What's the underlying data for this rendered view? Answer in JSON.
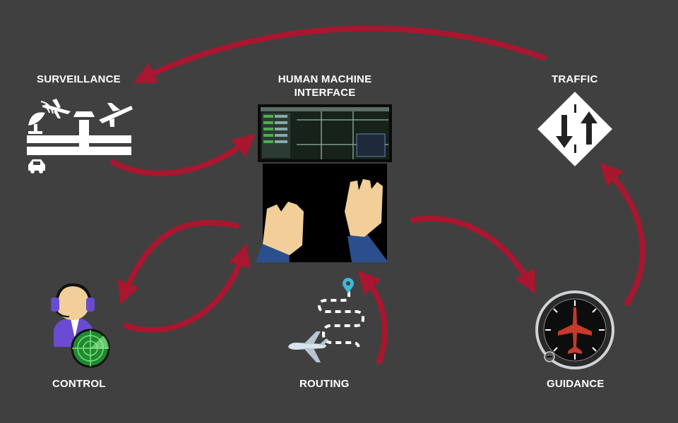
{
  "nodes": {
    "surveillance": "SURVEILLANCE",
    "hmi_line1": "HUMAN MACHINE",
    "hmi_line2": "INTERFACE",
    "traffic": "TRAFFIC",
    "control": "CONTROL",
    "routing": "ROUTING",
    "guidance": "GUIDANCE"
  },
  "colors": {
    "background": "#404040",
    "arrow": "#a8162f",
    "text": "#ffffff",
    "screen_bg": "#16221a",
    "skin": "#f2cf99",
    "sleeve": "#2b4f8c",
    "radar_green": "#1f8a2f",
    "headset_purple": "#6b4bd1"
  },
  "icons": [
    "airport-tower-icon",
    "radar-dish-icon",
    "airplane-icon",
    "car-icon",
    "laptop-icon",
    "hands-icon",
    "road-sign-icon",
    "controller-avatar-icon",
    "radar-scope-icon",
    "route-path-icon",
    "map-pin-icon",
    "compass-gauge-icon"
  ]
}
